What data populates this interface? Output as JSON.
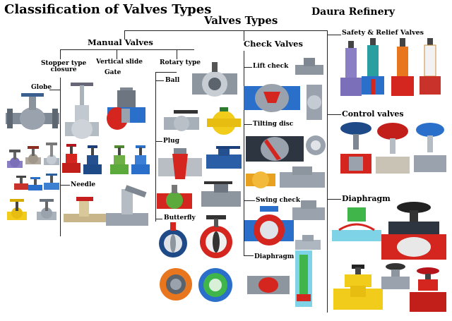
{
  "title": "Classification of Valves Types",
  "brand": "Daura Refinery",
  "root": "Valves Types",
  "groups": {
    "manual": {
      "label": "Manual Valves",
      "stopper": {
        "label_line1": "Stopper type",
        "label_line2": "closure",
        "globe": "Globe",
        "needle": "Needle"
      },
      "vertical": {
        "label_line1": "Vertical slide",
        "gate": "Gate"
      },
      "rotary": {
        "label": "Rotary type",
        "ball": "Ball",
        "plug": "Plug",
        "butterfly": "Butterfly"
      }
    },
    "check": {
      "label": "Check Valves",
      "lift": "Lift check",
      "tilting": "Tilting disc",
      "swing": "Swing check",
      "diaphragm": "Diaphragm"
    },
    "safety": {
      "label": "Safety & Relief Valves"
    },
    "control": {
      "label": "Control valves"
    },
    "diaphragm": {
      "label": "Diaphragm"
    }
  },
  "colors": {
    "line": "#222222",
    "blue": "#2a6fc9",
    "red": "#d4261f",
    "yellow": "#f2cc1a",
    "grey": "#9aa3ad",
    "green": "#5caa3c",
    "orange": "#e8761e",
    "purple": "#8a7fc4"
  }
}
